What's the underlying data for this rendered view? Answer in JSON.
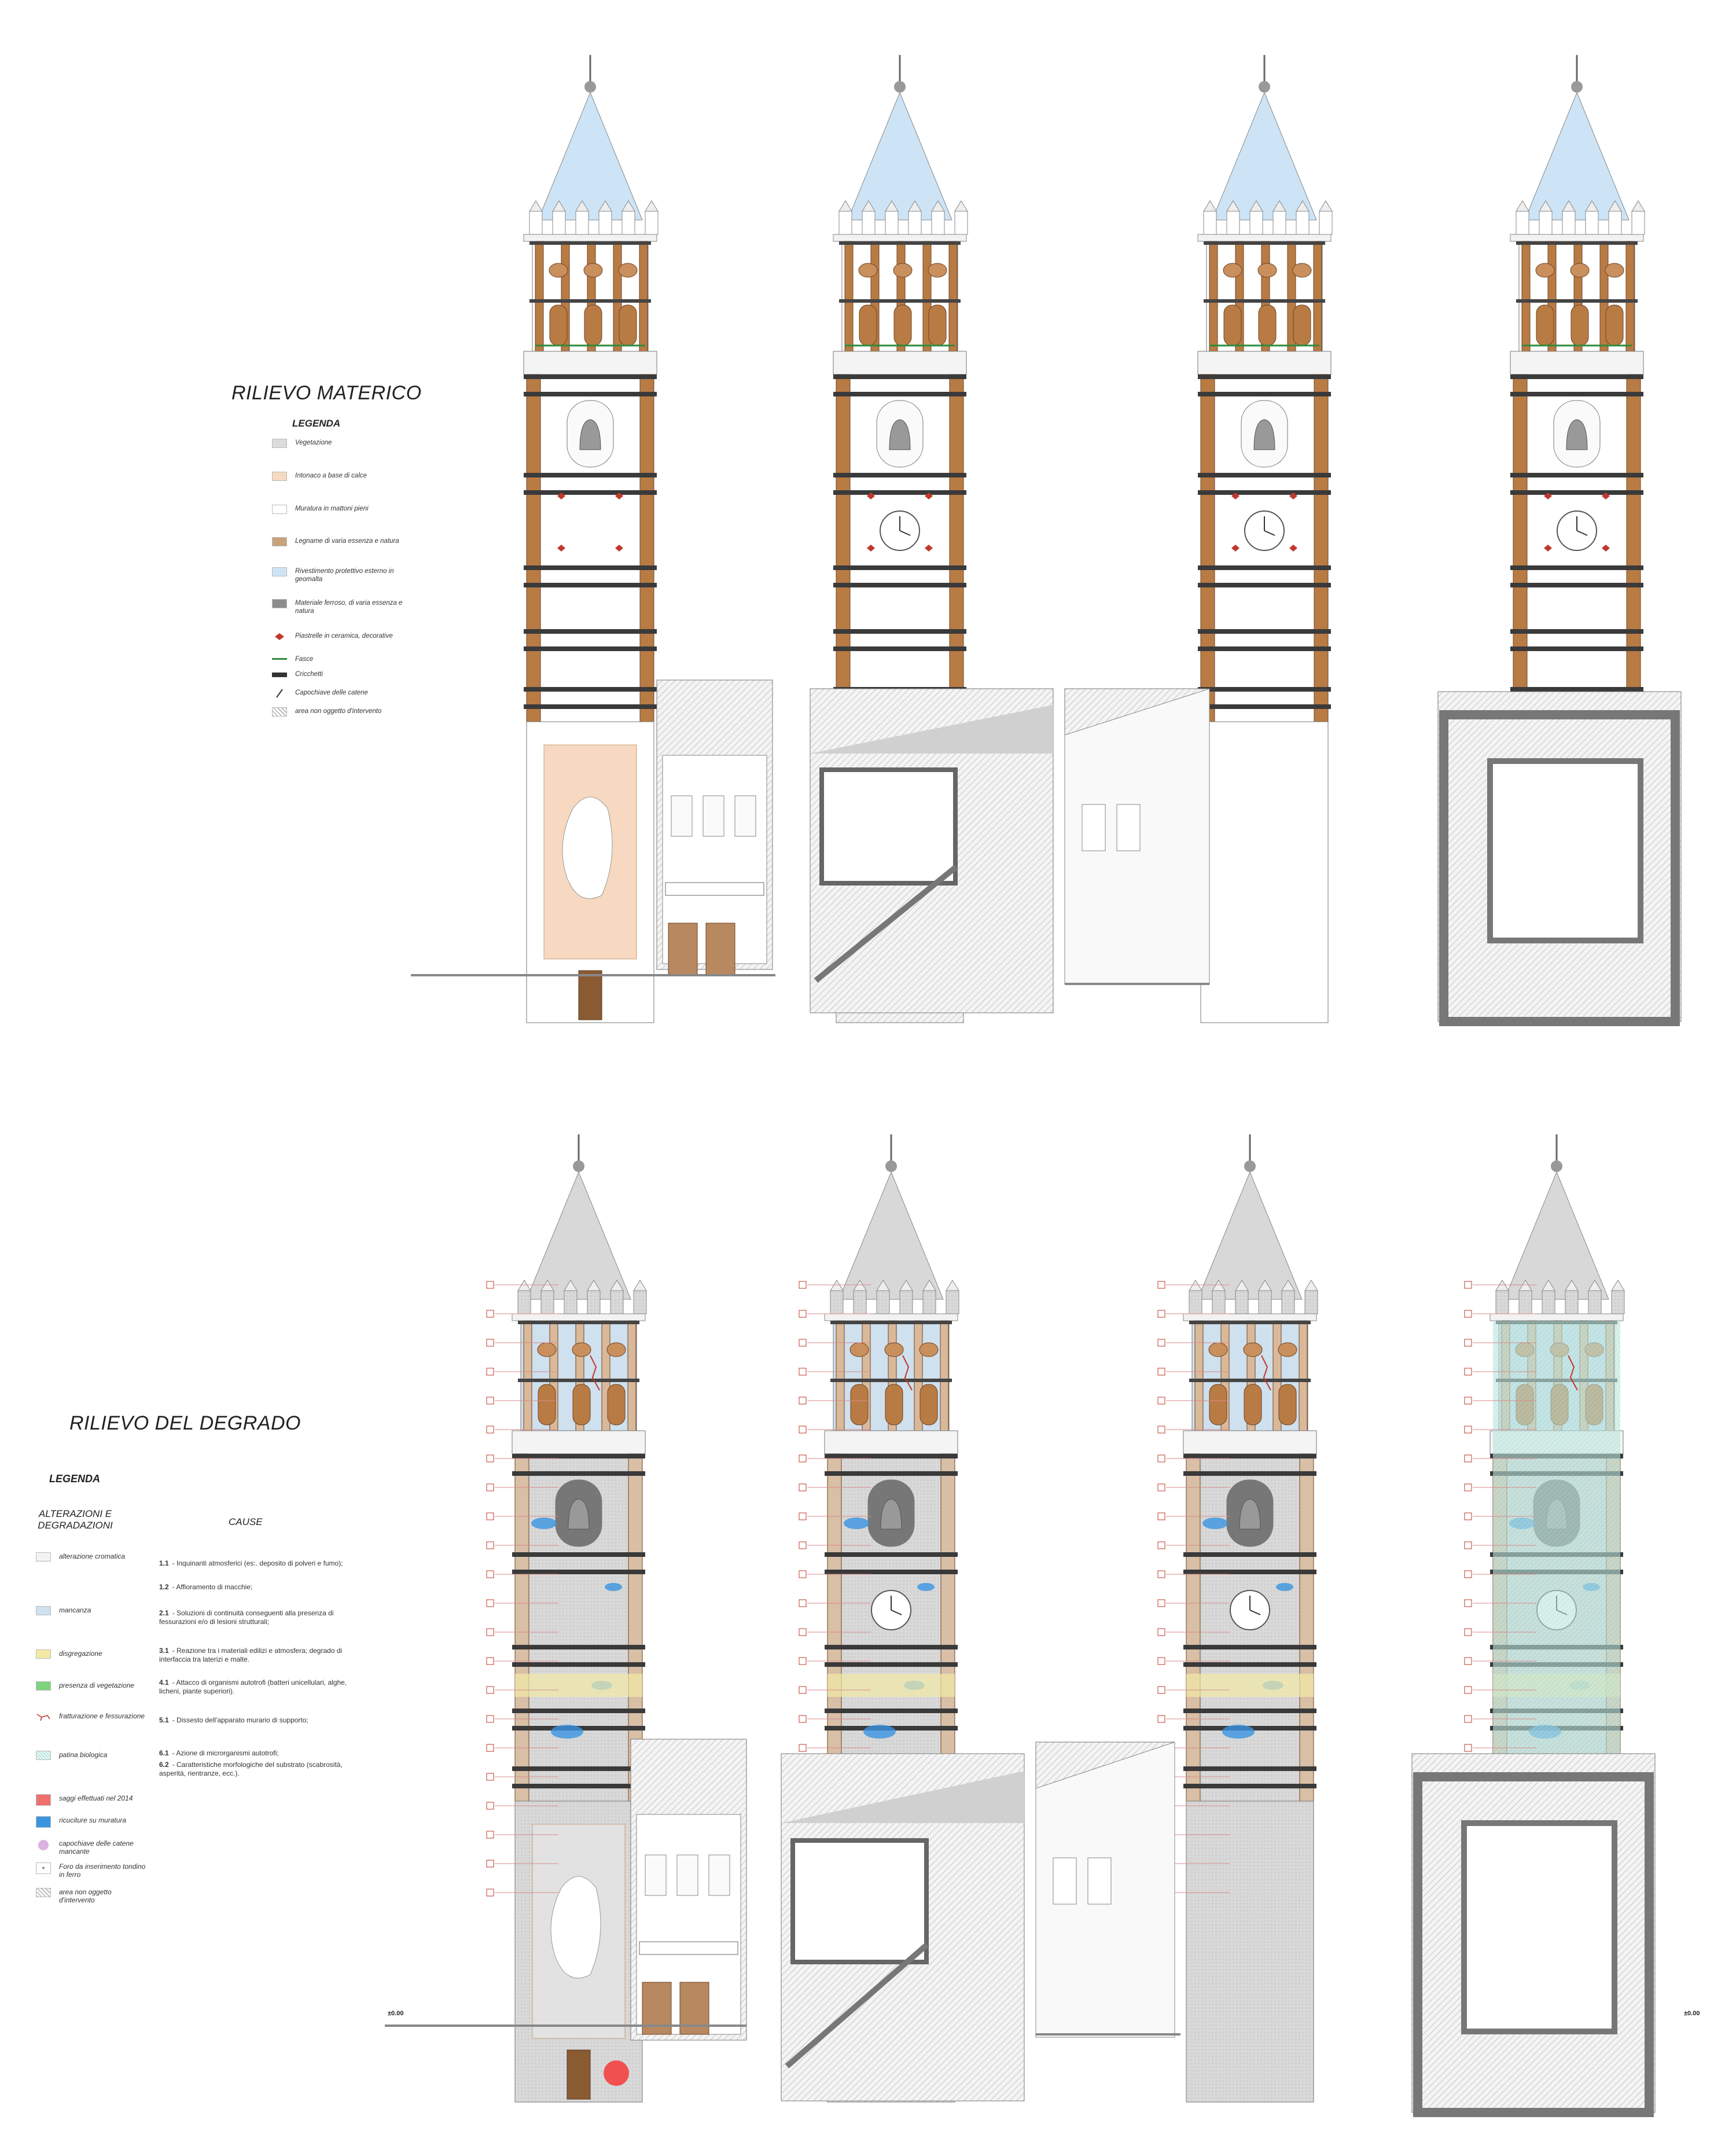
{
  "materico": {
    "title": "RILIEVO MATERICO",
    "legend_title": "LEGENDA",
    "legend": [
      {
        "label": "Vegetazione",
        "color": "#dcdcdc"
      },
      {
        "label": "Intonaco a base di calce",
        "color": "#f6d9c0"
      },
      {
        "label": "Muratura in mattoni pieni",
        "color": "#ffffff"
      },
      {
        "label": "Legname di varia essenza e natura",
        "color": "#c9a27a"
      },
      {
        "label": "Rivestimento protettivo esterno in geomalta",
        "color": "#cde4f6"
      },
      {
        "label": "Materiale ferroso, di varia essenza e natura",
        "color": "#8c8c8c"
      },
      {
        "label": "Piastrelle in ceramica, decorative",
        "color": "#c0392b"
      },
      {
        "label": "Fasce",
        "color": "#2e8b3a"
      },
      {
        "label": "Cricchetti",
        "color": "#333333"
      },
      {
        "label": "Capochiave delle catene",
        "color": "#333333"
      },
      {
        "label": "area non oggetto d'intervento",
        "color": "#bdbdbd"
      }
    ]
  },
  "degrado": {
    "title": "RILIEVO DEL DEGRADO",
    "legend_title": "LEGENDA",
    "col_alterazioni": "ALTERAZIONI E DEGRADAZIONI",
    "col_cause": "CAUSE",
    "alterazioni": [
      {
        "label": "alterazione cromatica",
        "color": "#eeeeee"
      },
      {
        "label": "mancanza",
        "color": "#cfe0ee"
      },
      {
        "label": "disgregazione",
        "color": "#f2eaa6"
      },
      {
        "label": "presenza di vegetazione",
        "color": "#7fd37f"
      },
      {
        "label": "fratturazione e fessurazione",
        "color": "#ffffff"
      },
      {
        "label": "patina biologica",
        "color": "#c7ece8"
      },
      {
        "label": "saggi effettuati nel 2014",
        "color": "#f07070"
      },
      {
        "label": "ricuciture su muratura",
        "color": "#3a94e0"
      },
      {
        "label": "capochiave delle catene mancante",
        "color": "#dcb2e2"
      },
      {
        "label": "Foro da inserimento tondino in ferro",
        "color": "#ffffff"
      },
      {
        "label": "area non oggetto d'intervento",
        "color": "#cfcfcf"
      }
    ],
    "cause": [
      {
        "code": "1.1",
        "text": "- Inquinanti atmosferici (es:. deposito di polveri e fumo);"
      },
      {
        "code": "1.2",
        "text": "- Affioramento di macchie;"
      },
      {
        "code": "2.1",
        "text": "- Soluzioni di continuità conseguenti alla presenza di fessurazioni e/o di lesioni strutturali;"
      },
      {
        "code": "3.1",
        "text": "- Reazione tra i materiali edilizi e atmosfera; degrado di interfaccia tra laterizi e malte."
      },
      {
        "code": "4.1",
        "text": "- Attacco di organismi autotrofi (batteri unicellulari, alghe, licheni, piante superiori)."
      },
      {
        "code": "5.1",
        "text": "- Dissesto dell'apparato murario di supporto;"
      },
      {
        "code": "6.1",
        "text": "- Azione di microrganismi autotrofi;"
      },
      {
        "code": "6.2",
        "text": "- Caratteristiche morfologiche del substrato (scabrosità, asperità, rientranze, ecc.)."
      }
    ],
    "level_left": "±0.00",
    "level_right": "±0.00"
  }
}
